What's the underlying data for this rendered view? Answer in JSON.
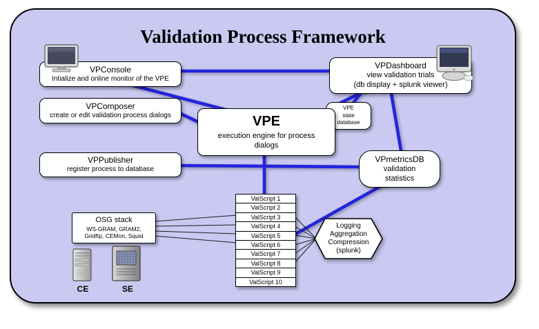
{
  "title": "Validation Process Framework",
  "colors": {
    "frame_background": "#c9c9f2",
    "connector_blue": "#2424dd",
    "node_background": "#ffffff"
  },
  "nodes": {
    "vpconsole": {
      "title": "VPConsole",
      "desc": "Intialize and online monitor of the VPE"
    },
    "vpcomposer": {
      "title": "VPComposer",
      "desc": "create or edit validation process dialogs"
    },
    "vppublisher": {
      "title": "VPPublisher",
      "desc": "register process to database"
    },
    "vpe": {
      "title": "VPE",
      "desc": "execution engine for process dialogs"
    },
    "vpe_state_db": {
      "line1": "VPE",
      "line2": "state",
      "line3": "database"
    },
    "vpdashboard": {
      "title": "VPDashboard",
      "line2": "view validation trials",
      "line3": "(db display + splunk viewer)"
    },
    "vpmetricsdb": {
      "title": "VPmetricsDB",
      "line2": "validation",
      "line3": "statistics"
    },
    "logging": {
      "line1": "Logging",
      "line2": "Aggregation",
      "line3": "Compression",
      "line4": "(splunk)"
    },
    "osg_stack": {
      "title": "OSG stack",
      "line2": "WS-GRAM, GRAM2,",
      "line3": "Gridftp, CEMon, Squid"
    },
    "ce": {
      "label": "CE"
    },
    "se": {
      "label": "SE"
    }
  },
  "valscripts": [
    "ValScript 1",
    "ValScript 2",
    "ValScript 3",
    "ValScript 4",
    "ValScript 5",
    "ValScript 6",
    "ValScript 7",
    "ValScript 8",
    "ValScript 9",
    "ValScript 10"
  ]
}
